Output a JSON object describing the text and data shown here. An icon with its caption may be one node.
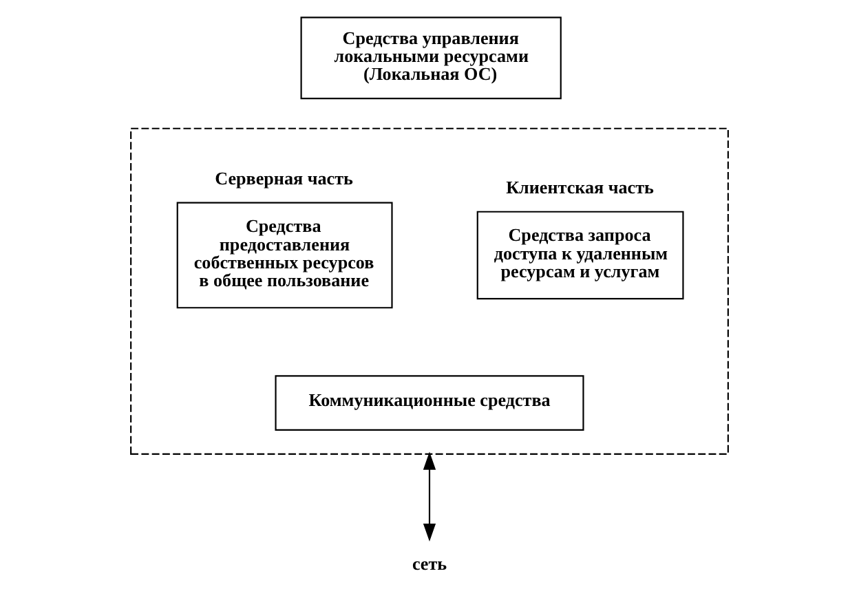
{
  "diagram": {
    "nodes": [
      {
        "text": [
          "Средства управления локальными ресурсами (Локальная ОС)"
        ]
      },
      {
        "text": [],
        "shape": "box"
      },
      {
        "text": [
          "Серверная часть",
          "Средства предоставления собственных ресурсов в общее пользование"
        ],
        "in": 1
      },
      {
        "text": [
          "Клиентская часть",
          "Средства запроса доступа к удаленным ресурсам и услугам"
        ],
        "in": 1
      },
      {
        "text": [
          "Коммуникационные средства"
        ],
        "in": 1
      },
      {
        "text": [
          "сеть"
        ]
      }
    ],
    "edges": [
      {
        "from": 1,
        "to": 5,
        "arrow": "both"
      }
    ]
  }
}
